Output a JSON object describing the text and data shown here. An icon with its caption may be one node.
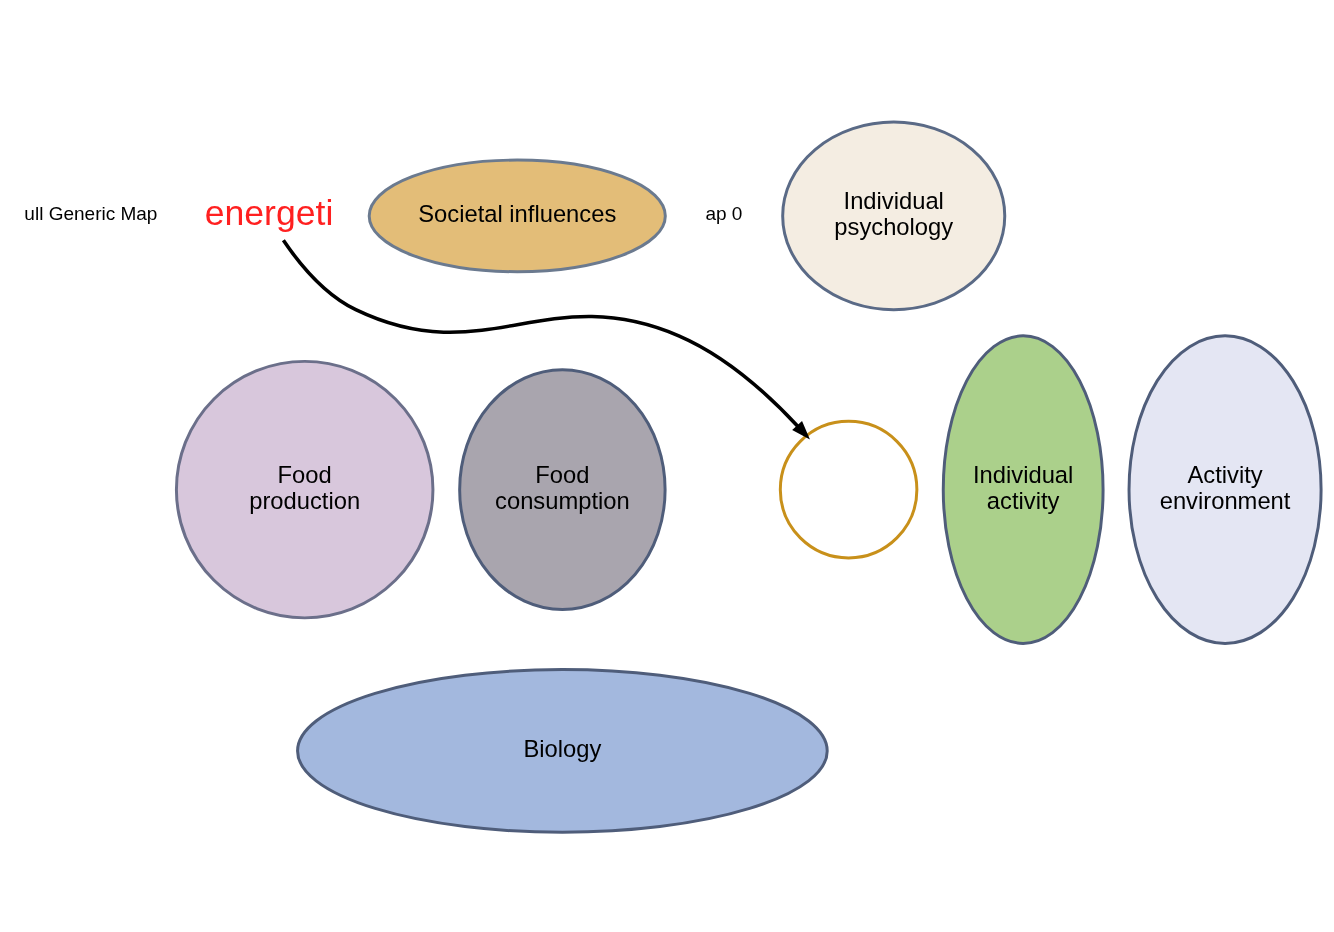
{
  "diagram": {
    "nodes": [
      {
        "text": [
          "Societal influences"
        ]
      },
      {
        "text": [
          "Individual psychology"
        ]
      },
      {
        "text": [
          "Food production"
        ]
      },
      {
        "text": [
          "Food consumption"
        ]
      },
      {
        "text": [],
        "shape": "circle"
      },
      {
        "text": [
          "Individual activity"
        ]
      },
      {
        "text": [
          "Activity environment"
        ]
      },
      {
        "text": [
          "Biology"
        ]
      },
      {
        "text": [
          "energeti"
        ]
      }
    ],
    "edges": [
      {
        "from": 8,
        "to": 4,
        "arrow": "to"
      }
    ],
    "labels": [
      "ap 0",
      "ull Generic Map"
    ]
  }
}
